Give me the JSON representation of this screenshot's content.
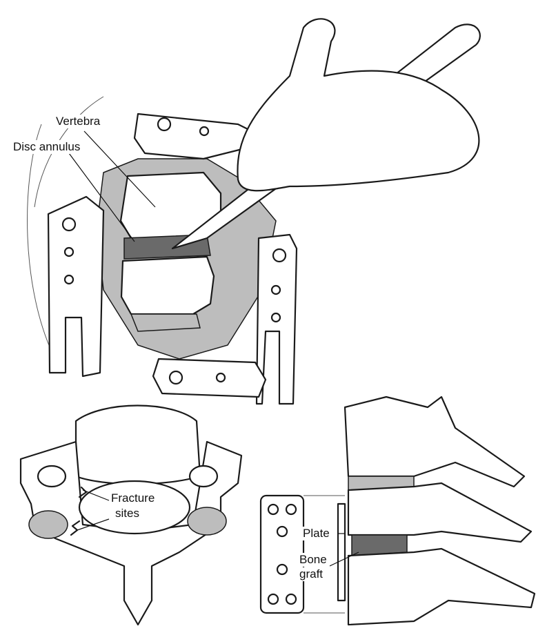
{
  "labels": {
    "vertebra": "Vertebra",
    "disc_annulus": "Disc annulus",
    "fracture_sites_1": "Fracture",
    "fracture_sites_2": "sites",
    "plate": "Plate",
    "bone_graft_1": "Bone",
    "bone_graft_2": "graft"
  }
}
